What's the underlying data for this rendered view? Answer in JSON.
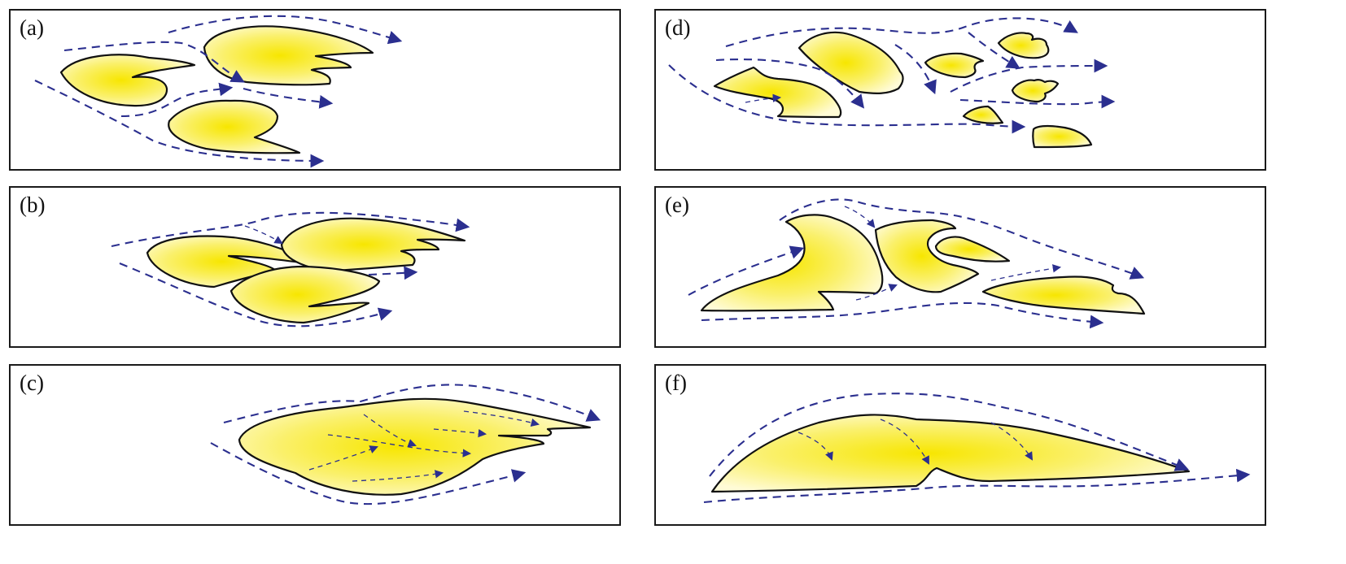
{
  "figure": {
    "panels": [
      {
        "id": "a",
        "label": "(a)"
      },
      {
        "id": "b",
        "label": "(b)"
      },
      {
        "id": "c",
        "label": "(c)"
      },
      {
        "id": "d",
        "label": "(d)"
      },
      {
        "id": "e",
        "label": "(e)"
      },
      {
        "id": "f",
        "label": "(f)"
      }
    ]
  },
  "colors": {
    "blob_fill_core": "#f7e600",
    "blob_fill_edge": "#fff9c8",
    "outline": "#111111",
    "flow_arrow": "#2b2f8f",
    "panel_border": "#1a1a1a"
  }
}
